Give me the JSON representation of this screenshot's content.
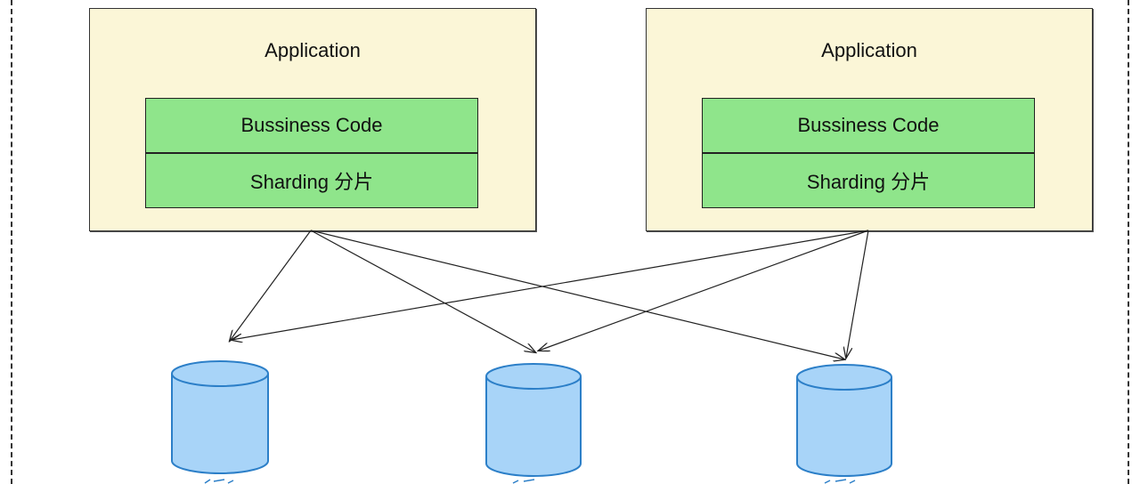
{
  "applications": [
    {
      "title": "Application",
      "layers": [
        "Bussiness Code",
        "Sharding 分片"
      ]
    },
    {
      "title": "Application",
      "layers": [
        "Bussiness Code",
        "Sharding 分片"
      ]
    }
  ],
  "databases": [
    {
      "id": "db-1"
    },
    {
      "id": "db-2"
    },
    {
      "id": "db-3"
    }
  ],
  "colors": {
    "app_fill": "#fbf6d7",
    "layer_fill": "#8fe58b",
    "db_fill": "#a8d4f8",
    "db_stroke": "#2c7fc8"
  }
}
